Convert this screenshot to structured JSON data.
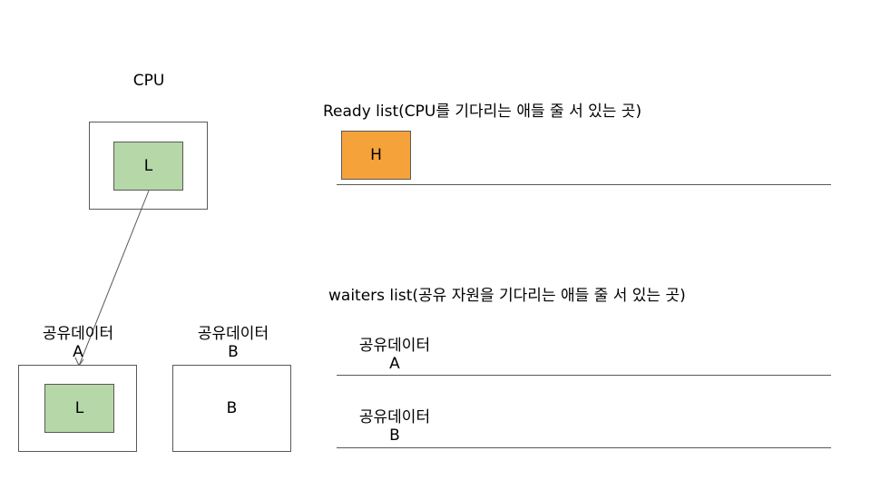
{
  "cpu": {
    "title": "CPU",
    "task_label": "L"
  },
  "ready_list": {
    "title": "Ready list(CPU를 기다리는 애들 줄 서 있는 곳)",
    "task_label": "H"
  },
  "waiters_list": {
    "title": "waiters list(공유 자원을 기다리는 애들 줄 서 있는 곳)",
    "entries": [
      {
        "line1": "공유데이터",
        "line2": "A"
      },
      {
        "line1": "공유데이터",
        "line2": "B"
      }
    ]
  },
  "shared_a": {
    "line1": "공유데이터",
    "line2": "A",
    "inner_label": "L"
  },
  "shared_b": {
    "line1": "공유데이터",
    "line2": "B",
    "inner_label": "B"
  },
  "colors": {
    "green_task": "#b6d7a8",
    "orange_task": "#f6a23a",
    "line": "#595959"
  }
}
